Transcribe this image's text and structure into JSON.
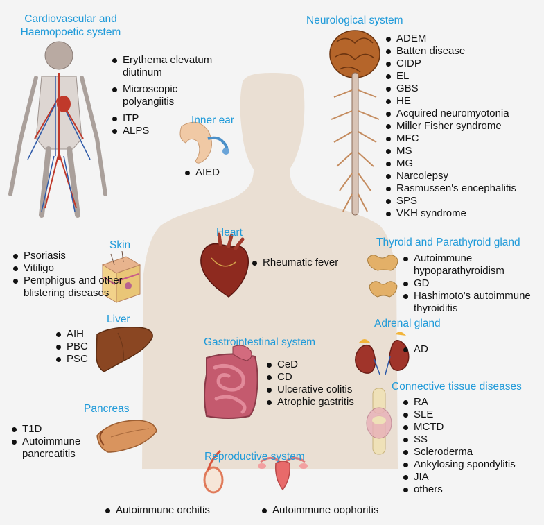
{
  "colors": {
    "title": "#1f9ad9",
    "text": "#111111",
    "silhouette": "#eadfd3",
    "background": "#f4f4f4"
  },
  "icons": [
    "body-circulation-icon",
    "brain-spinal-cord-icon",
    "ear-icon",
    "heart-icon",
    "skin-layers-icon",
    "liver-icon",
    "thyroid-icon",
    "kidney-icon",
    "intestines-icon",
    "joint-icon",
    "pancreas-icon",
    "testis-icon",
    "uterus-icon"
  ],
  "cardio": {
    "title": [
      "Cardiovascular and",
      "Haemopoetic system"
    ],
    "items": [
      "Erythema elevatum diutinum",
      "Microscopic polyangiitis",
      "ITP",
      "ALPS"
    ]
  },
  "neuro": {
    "title": "Neurological system",
    "items": [
      "ADEM",
      "Batten disease",
      "CIDP",
      "EL",
      "GBS",
      "HE",
      "Acquired neuromyotonia",
      "Miller Fisher syndrome",
      "MFC",
      "MS",
      "MG",
      "Narcolepsy",
      "Rasmussen's encephalitis",
      "SPS",
      "VKH syndrome"
    ]
  },
  "ear": {
    "title": "Inner ear",
    "items": [
      "AIED"
    ]
  },
  "heart": {
    "title": "Heart",
    "items": [
      "Rheumatic fever"
    ]
  },
  "skin": {
    "title": "Skin",
    "items": [
      "Psoriasis",
      "Vitiligo",
      "Pemphigus and other blistering diseases"
    ]
  },
  "thyroid": {
    "title": "Thyroid and Parathyroid gland",
    "items": [
      "Autoimmune hypoparathyroidism",
      "GD",
      "Hashimoto's autoimmune thyroiditis"
    ]
  },
  "liver": {
    "title": "Liver",
    "items": [
      "AIH",
      "PBC",
      "PSC"
    ]
  },
  "adrenal": {
    "title": "Adrenal gland",
    "items": [
      "AD"
    ]
  },
  "gi": {
    "title": "Gastrointestinal system",
    "items": [
      "CeD",
      "CD",
      "Ulcerative colitis",
      "Atrophic gastritis"
    ]
  },
  "connective": {
    "title": "Connective tissue diseases",
    "items": [
      "RA",
      "SLE",
      "MCTD",
      "SS",
      "Scleroderma",
      "Ankylosing spondylitis",
      "JIA",
      "others"
    ]
  },
  "pancreas": {
    "title": "Pancreas",
    "items": [
      "T1D",
      "Autoimmune pancreatitis"
    ]
  },
  "repro": {
    "title": "Reproductive system",
    "items": [
      "Autoimmune orchitis",
      "Autoimmune oophoritis"
    ]
  }
}
